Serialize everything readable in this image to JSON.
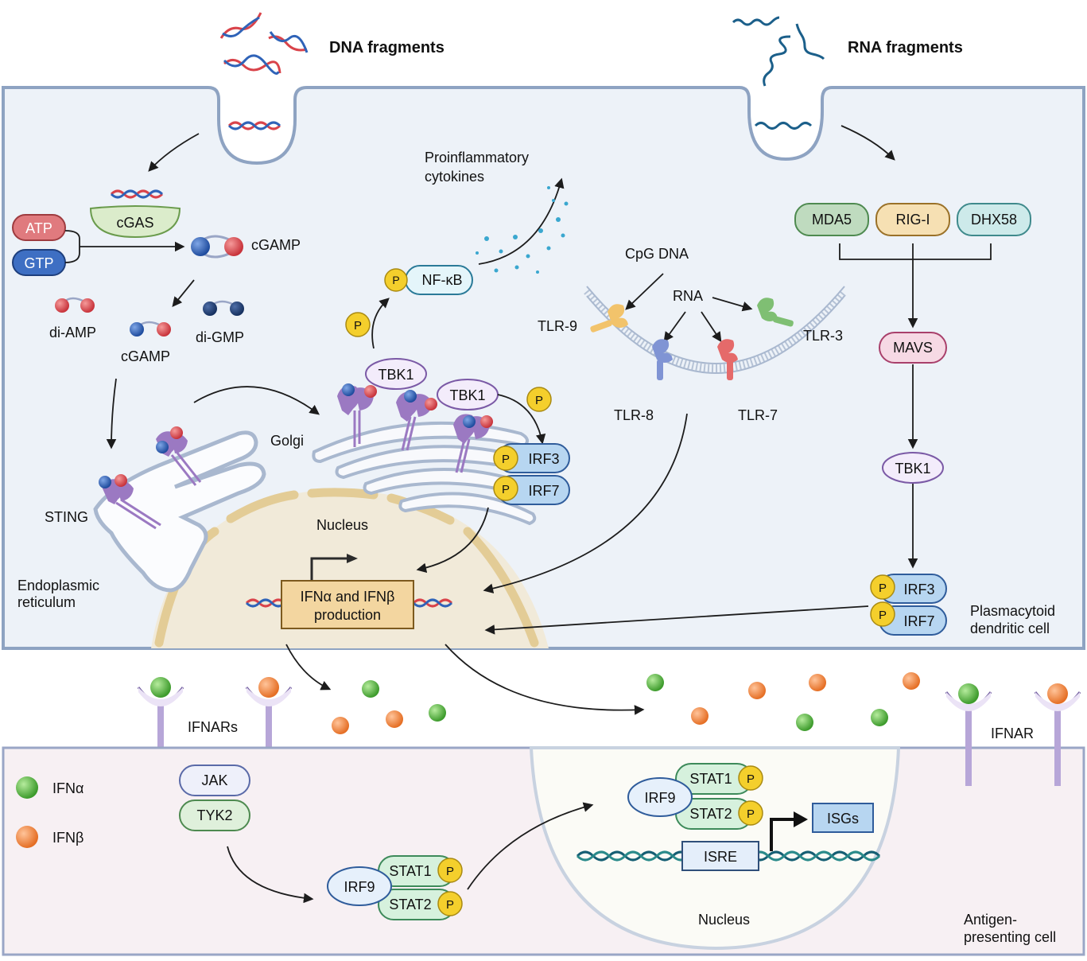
{
  "colors": {
    "cell_fill": "#edf2f8",
    "cell_stroke": "#8ea3c2",
    "apc_fill": "#f7f0f3",
    "apc_stroke": "#9aa6c6",
    "nucleus_fill": "#f1ead9",
    "nucleus_border": "#e3cc96",
    "red_node": "#d9434a",
    "blue_node": "#2f63b8",
    "ifn_alpha": "#5cb842",
    "ifn_beta": "#ef8a3c",
    "phospho": "#f4cf2c",
    "sting_purple": "#9b79c2"
  },
  "labels": {
    "dna_fragments": "DNA fragments",
    "rna_fragments": "RNA fragments",
    "cgas": "cGAS",
    "atp": "ATP",
    "gtp": "GTP",
    "cgamp_top": "cGAMP",
    "di_amp": "di-AMP",
    "cgamp_mid": "cGAMP",
    "di_gmp": "di-GMP",
    "sting": "STING",
    "er_line1": "Endoplasmic",
    "er_line2": "reticulum",
    "golgi": "Golgi",
    "nucleus_top": "Nucleus",
    "proinflam_line1": "Proinflammatory",
    "proinflam_line2": "cytokines",
    "nfkb": "NF-κB",
    "p": "P",
    "tbk1": "TBK1",
    "irf3": "IRF3",
    "irf7": "IRF7",
    "ifn_prod_line1": "IFNα and IFNβ",
    "ifn_prod_line2": "production",
    "cpg_dna": "CpG DNA",
    "rna": "RNA",
    "tlr9": "TLR-9",
    "tlr3": "TLR-3",
    "tlr8": "TLR-8",
    "tlr7": "TLR-7",
    "mda5": "MDA5",
    "rigi": "RIG-I",
    "dhx58": "DHX58",
    "mavs": "MAVS",
    "pdc_line1": "Plasmacytoid",
    "pdc_line2": "dendritic cell",
    "ifnars": "IFNARs",
    "ifnar": "IFNAR",
    "jak": "JAK",
    "tyk2": "TYK2",
    "irf9": "IRF9",
    "stat1": "STAT1",
    "stat2": "STAT2",
    "isgs": "ISGs",
    "isre": "ISRE",
    "nucleus_bottom": "Nucleus",
    "apc_line1": "Antigen-",
    "apc_line2": "presenting cell",
    "legend_alpha": "IFNα",
    "legend_beta": "IFNβ"
  }
}
